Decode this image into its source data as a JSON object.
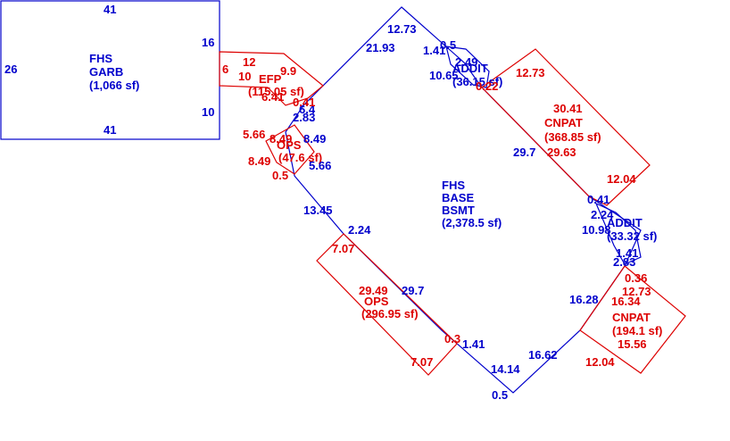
{
  "areas": {
    "garage": {
      "line1": "FHS",
      "line2": "GARB",
      "line3": "(1,066 sf)"
    },
    "base": {
      "line1": "FHS",
      "line2": "BASE",
      "line3": "BSMT",
      "line4": "(2,378.5 sf)"
    },
    "addit_top": {
      "line1": "ADDIT",
      "line2": "(36.15 sf)"
    },
    "addit_right": {
      "line1": "ADDIT",
      "line2": "(33.32 sf)"
    },
    "efp": {
      "line1": "EFP",
      "line2": "(115.05 sf)"
    },
    "ops_small": {
      "line1": "OPS",
      "line2": "(47.6 sf)"
    },
    "ops_large": {
      "line1": "OPS",
      "line2": "(296.95 sf)"
    },
    "cnpat_top": {
      "line1": "CNPAT",
      "line2": "(368.85 sf)"
    },
    "cnpat_bottom": {
      "line1": "CNPAT",
      "line2": "(194.1 sf)"
    }
  },
  "dims_blue": {
    "garage_top": "41",
    "garage_bottom": "41",
    "garage_left": "26",
    "garage_right_a": "16",
    "garage_right_b": "10",
    "d_12_73_top": "12.73",
    "d_21_93": "21.93",
    "d_1_41_top": "1.41",
    "d_0_5_top": "0.5",
    "d_2_49": "2.49",
    "d_10_65": "10.65",
    "d_6_4": "6.4",
    "d_2_83_left": "2.83",
    "d_8_49": "8.49",
    "d_5_66": "5.66",
    "d_13_45": "13.45",
    "d_2_24_left": "2.24",
    "d_29_7_right": "29.7",
    "d_0_41": "0.41",
    "d_2_24_right": "2.24",
    "d_10_98": "10.98",
    "d_1_41_right": "1.41",
    "d_2_83_right": "2.83",
    "d_16_28": "16.28",
    "d_29_7_bottom": "29.7",
    "d_1_41_bottom": "1.41",
    "d_14_14": "14.14",
    "d_16_62": "16.62",
    "d_0_5_bottom": "0.5"
  },
  "dims_red": {
    "efp_12": "12",
    "efp_6": "6",
    "efp_10": "10",
    "efp_9_9": "9.9",
    "efp_6_4": "6.41",
    "efp_0_41": "0.41",
    "ops_5_66": "5.66",
    "ops_8_49a": "8.49",
    "ops_8_49b": "8.49",
    "ops_0_5": "0.5",
    "addit_0_22": "0.22",
    "cnpat_12_73": "12.73",
    "cnpat_30_41": "30.41",
    "cnpat_29_63": "29.63",
    "cnpat_12_04": "12.04",
    "ops_7_07_top": "7.07",
    "ops_29_49": "29.49",
    "ops_7_07_bottom": "7.07",
    "ops_0_3": "0.3",
    "cnpat2_0_36": "0.36",
    "cnpat2_12_73": "12.73",
    "cnpat2_16_34": "16.34",
    "cnpat2_15_56": "15.56",
    "cnpat2_12_04": "12.04"
  },
  "colors": {
    "blue": "#0000cc",
    "red": "#dd0000"
  }
}
